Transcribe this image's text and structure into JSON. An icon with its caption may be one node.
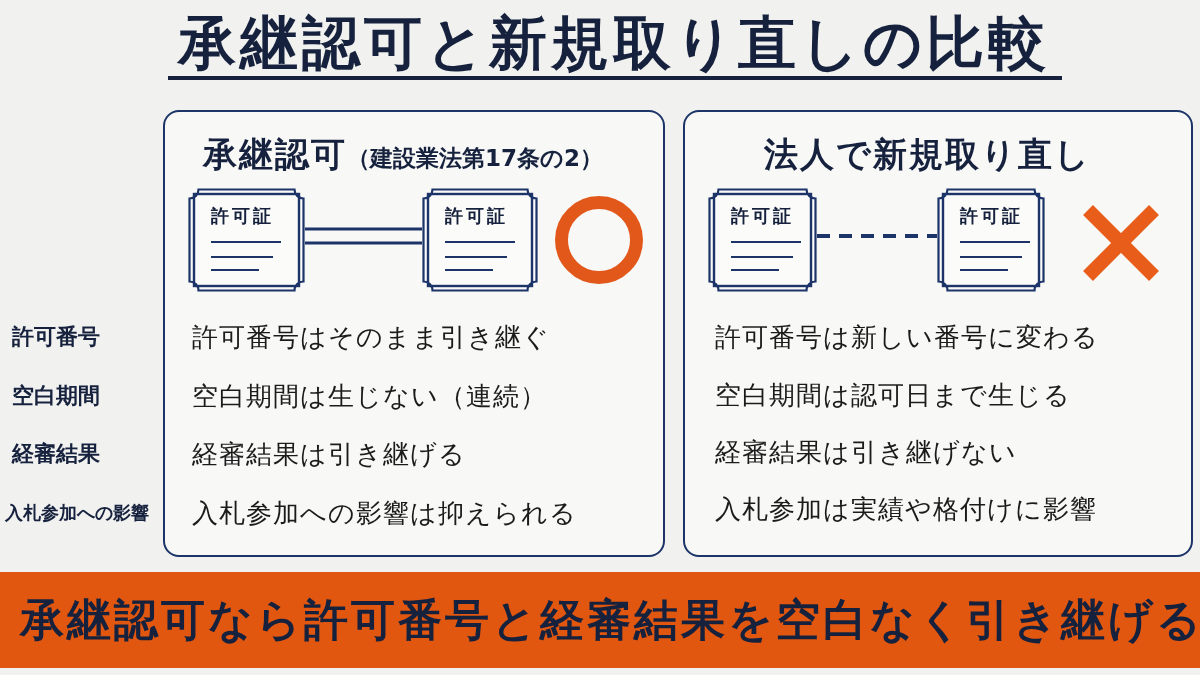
{
  "diagram": {
    "title": "承継認可と新規取り直しの比較",
    "nodes": [
      {
        "text": [
          "承継認可",
          "（建設業法第17条の2）",
          "許可番号はそのまま引き継ぐ",
          "空白期間は生じない（連続）",
          "経審結果は引き継げる",
          "入札参加への影響は抑えられる"
        ]
      },
      {
        "text": [
          "許可証"
        ],
        "in": 0
      },
      {
        "text": [
          "許可証"
        ],
        "in": 0
      },
      {
        "text": [
          "法人で新規取り直し",
          "許可番号は新しい番号に変わる",
          "空白期間は認可日まで生じる",
          "経審結果は引き継げない",
          "入札参加は実績や格付けに影響"
        ]
      },
      {
        "text": [
          "許可証"
        ],
        "in": 3
      },
      {
        "text": [
          "許可証"
        ],
        "in": 3
      },
      {
        "text": [
          "承継認可なら許可番号と経審結果を空白なく引き継げる"
        ]
      }
    ],
    "edges": [
      {
        "from": 1,
        "to": 2,
        "arrow": "none"
      },
      {
        "from": 4,
        "to": 5,
        "arrow": "none",
        "style": "dashed"
      }
    ],
    "labels": [
      "許可番号",
      "空白期間",
      "経審結果",
      "入札参加への影響"
    ]
  }
}
